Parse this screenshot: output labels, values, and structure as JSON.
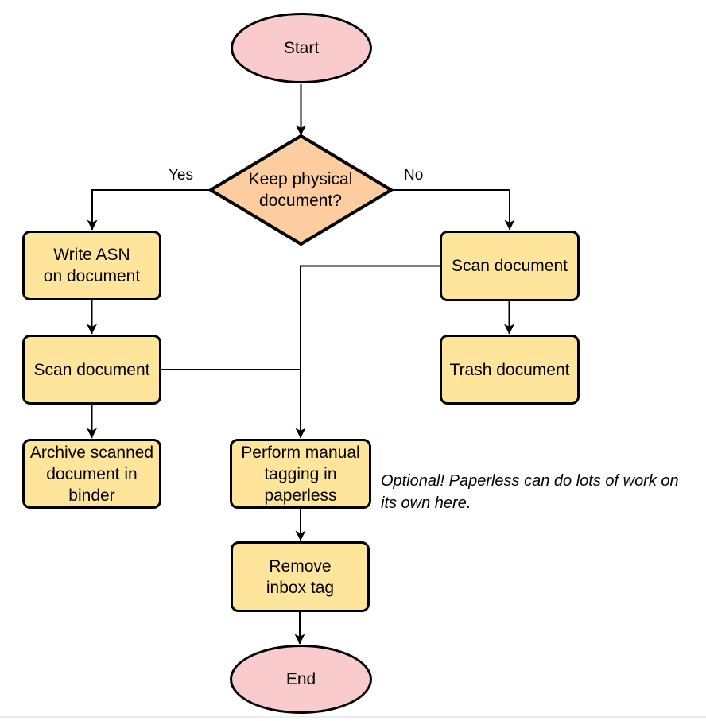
{
  "diagram": {
    "nodes": {
      "start": {
        "label": "Start"
      },
      "decision": {
        "label": "Keep physical\ndocument?"
      },
      "write_asn": {
        "label": "Write ASN\non document"
      },
      "scan_left": {
        "label": "Scan document"
      },
      "archive": {
        "label": "Archive scanned\ndocument in\nbinder"
      },
      "scan_right": {
        "label": "Scan document"
      },
      "trash": {
        "label": "Trash document"
      },
      "tagging": {
        "label": "Perform manual\ntagging in\npaperless"
      },
      "remove_inbox": {
        "label": "Remove\ninbox tag"
      },
      "end": {
        "label": "End"
      }
    },
    "edge_labels": {
      "yes": "Yes",
      "no": "No"
    },
    "annotation": "Optional! Paperless can do lots of work on\nits own here.",
    "colors": {
      "terminator_fill": "#F9CBCD",
      "decision_fill": "#FDCDA0",
      "process_fill": "#FFE59C",
      "stroke": "#000000",
      "divider": "#ececec"
    }
  }
}
